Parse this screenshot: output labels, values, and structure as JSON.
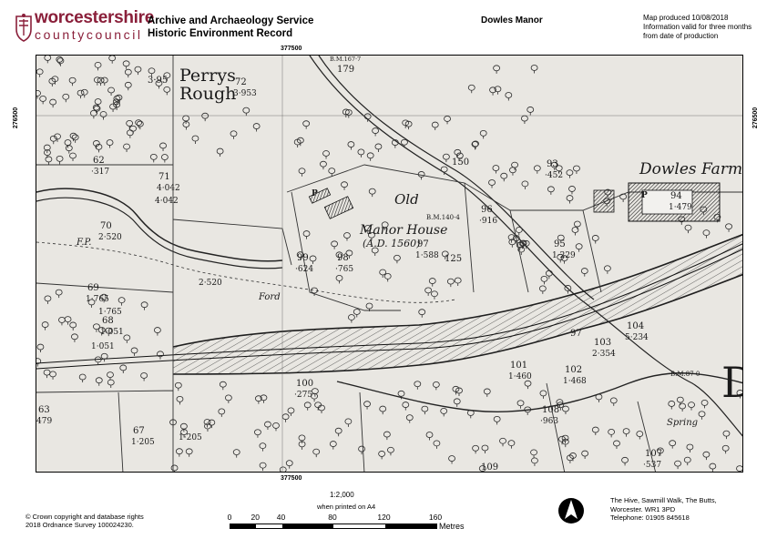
{
  "header": {
    "logo_main": "worcestershire",
    "logo_sub": "countycouncil",
    "org_line1": "Archive and Archaeology Service",
    "org_line2": "Historic Environment Record",
    "map_title": "Dowles Manor",
    "produced_line1": "Map produced 10/08/2018",
    "produced_line2": "Information valid for three months",
    "produced_line3": "from date of production"
  },
  "grid": {
    "easting": "377500",
    "northing": "276500"
  },
  "map_labels": {
    "perrys": "Perrys",
    "rough": "Rough",
    "dowles_farm": "Dowles Farm",
    "old": "Old",
    "manor_house": "Manor House",
    "manor_date": "(A.D. 1560)",
    "ford": "Ford",
    "fp": "F.P.",
    "spring": "Spring",
    "bm_1404": "B.M.140·4",
    "bm_870": "B.M.87·0",
    "bm_top": "B.M.167·7",
    "big_d": "D",
    "p1": "P",
    "p2": "P",
    "parcels": [
      {
        "n": "72",
        "a": "3·953"
      },
      {
        "n": "3·95",
        "a": ""
      },
      {
        "n": "62",
        "a": "·317"
      },
      {
        "n": "71",
        "a": "4·042"
      },
      {
        "n": "",
        "a": "4·042"
      },
      {
        "n": "70",
        "a": "2·520"
      },
      {
        "n": "69",
        "a": "1·765"
      },
      {
        "n": "68",
        "a": "1·051"
      },
      {
        "n": "",
        "a": "2·520"
      },
      {
        "n": "",
        "a": "1·765"
      },
      {
        "n": "",
        "a": "1·051"
      },
      {
        "n": "99",
        "a": "·624"
      },
      {
        "n": "98",
        "a": "·765"
      },
      {
        "n": "97",
        "a": "1·588"
      },
      {
        "n": "96",
        "a": "·916"
      },
      {
        "n": "95",
        "a": "1·229"
      },
      {
        "n": "93",
        "a": "·452"
      },
      {
        "n": "94",
        "a": "1·479"
      },
      {
        "n": "104",
        "a": "5·234"
      },
      {
        "n": "103",
        "a": "2·354"
      },
      {
        "n": "101",
        "a": "1·460"
      },
      {
        "n": "102",
        "a": "1·468"
      },
      {
        "n": "100",
        "a": "·275"
      },
      {
        "n": "108",
        "a": "·963"
      },
      {
        "n": "107",
        "a": "·537"
      },
      {
        "n": "109",
        "a": ""
      },
      {
        "n": "63",
        "a": "479"
      },
      {
        "n": "67",
        "a": "1·205"
      },
      {
        "n": "",
        "a": "1·205"
      },
      {
        "n": "150",
        "a": ""
      },
      {
        "n": "125",
        "a": ""
      },
      {
        "n": "97",
        "a": ""
      },
      {
        "n": "179",
        "a": ""
      }
    ]
  },
  "scale": {
    "ratio": "1:2,000",
    "note": "when printed on A4",
    "ticks": [
      "0",
      "20",
      "40",
      "80",
      "120",
      "160"
    ],
    "tick_values": [
      0,
      20,
      40,
      80,
      120,
      160
    ],
    "unit": "Metres"
  },
  "footer": {
    "copyright_line1": "© Crown copyright and database rights",
    "copyright_line2": "2018 Ordnance Survey 100024230.",
    "address_line1": "The Hive, Sawmill Walk, The Butts,",
    "address_line2": "Worcester.  WR1 3PD",
    "address_line3": "Telephone: 01905 845618"
  },
  "colors": {
    "brand": "#8a1f3a",
    "map_paper": "#e8e6e1",
    "ink": "#2a2a2a"
  }
}
